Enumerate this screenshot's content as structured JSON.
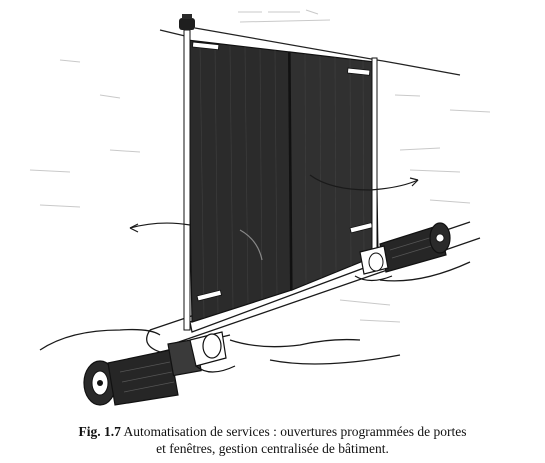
{
  "figure": {
    "label": "Fig. 1.7",
    "caption_line1": "Automatisation de services : ouvertures programmées de portes",
    "caption_line2": "et fenêtres, gestion centralisée de bâtiment."
  },
  "colors": {
    "panel": "#2b2b2b",
    "ink": "#1a1a1a",
    "faint": "#bdbdbd",
    "paper": "#ffffff"
  }
}
